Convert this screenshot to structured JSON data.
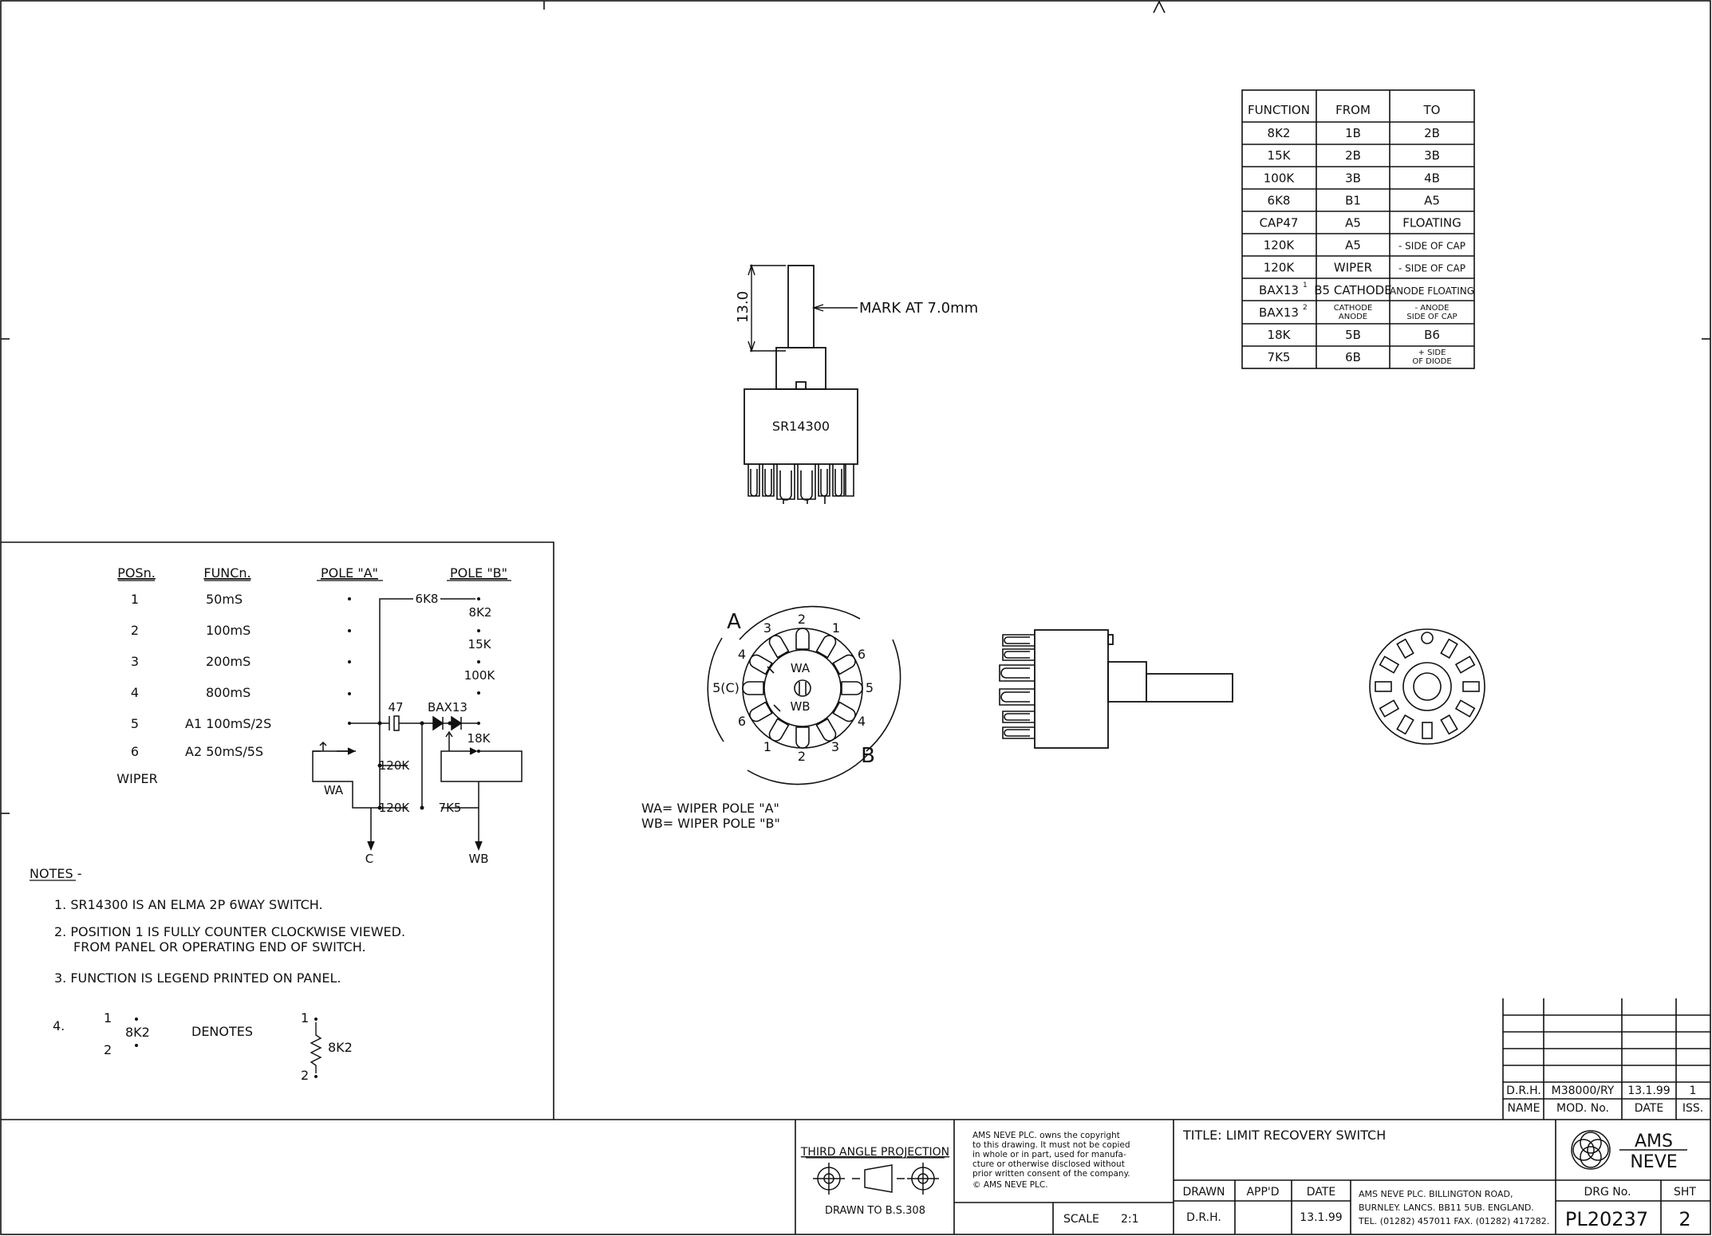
{
  "function_table": {
    "headers": [
      "FUNCTION",
      "FROM",
      "TO"
    ],
    "rows": [
      [
        "8K2",
        "1B",
        "2B"
      ],
      [
        "15K",
        "2B",
        "3B"
      ],
      [
        "100K",
        "3B",
        "4B"
      ],
      [
        "6K8",
        "B1",
        "A5"
      ],
      [
        "CAP47",
        "A5",
        "FLOATING"
      ],
      [
        "120K",
        "A5",
        "- SIDE OF CAP"
      ],
      [
        "120K",
        "WIPER",
        "- SIDE OF CAP"
      ],
      [
        "BAX13",
        "B5 CATHODE",
        "ANODE FLOATING"
      ],
      [
        "BAX13",
        "CATHODE|ANODE",
        "- ANODE|SIDE OF CAP"
      ],
      [
        "18K",
        "5B",
        "B6"
      ],
      [
        "7K5",
        "6B",
        "+ SIDE|OF DIODE"
      ]
    ],
    "superscripts": {
      "7": "1",
      "8": "2"
    }
  },
  "side_view": {
    "dimension": "13.0",
    "mark_label": "MARK AT 7.0mm",
    "part_number": "SR14300"
  },
  "front_view": {
    "pole_a": "A",
    "pole_b": "B",
    "top_numbers": [
      "3",
      "2",
      "1"
    ],
    "left_numbers": [
      "4",
      "5(C)",
      "6"
    ],
    "right_numbers": [
      "6",
      "5",
      "4"
    ],
    "bottom_numbers": [
      "1",
      "2",
      "3"
    ],
    "wiper_a": "WA",
    "wiper_b": "WB",
    "legend": [
      "WA= WIPER POLE \"A\"",
      "WB= WIPER POLE \"B\""
    ]
  },
  "position_table": {
    "headers": [
      "POSn.",
      "FUNCn.",
      "POLE \"A\"",
      "POLE \"B\""
    ],
    "positions": [
      "1",
      "2",
      "3",
      "4",
      "5",
      "6",
      "WIPER"
    ],
    "functions": [
      "50mS",
      "100mS",
      "200mS",
      "800mS",
      "A1  100mS/2S",
      "A2  50mS/5S"
    ]
  },
  "schematic": {
    "labels": [
      "6K8",
      "8K2",
      "15K",
      "100K",
      "47",
      "BAX13",
      "18K",
      "120K",
      "120K",
      "7K5",
      "WA",
      "C",
      "WB"
    ]
  },
  "notes": {
    "heading": "NOTES -",
    "items": [
      "1.  SR14300 IS AN ELMA 2P 6WAY SWITCH.",
      "2.  POSITION 1 IS FULLY COUNTER CLOCKWISE VIEWED.",
      "FROM PANEL OR OPERATING END OF SWITCH.",
      "3.  FUNCTION IS LEGEND PRINTED ON PANEL."
    ],
    "note4_num": "4.",
    "note4_top": "1",
    "note4_bottom": "2",
    "note4_value": "8K2",
    "denotes": "DENOTES",
    "res_top": "1",
    "res_bottom": "2",
    "res_value": "8K2"
  },
  "revision_block": {
    "row": [
      "D.R.H.",
      "M38000/RY",
      "13.1.99",
      "1"
    ],
    "headers": [
      "NAME",
      "MOD. No.",
      "DATE",
      "ISS."
    ]
  },
  "title_block": {
    "projection": "THIRD ANGLE PROJECTION",
    "drawn_to": "DRAWN TO B.S.308",
    "copyright": [
      "AMS NEVE PLC. owns the copyright",
      "to this drawing. It must not be copied",
      "in whole or in part, used for manufa-",
      "cture or otherwise disclosed without",
      "prior written consent of the company.",
      "© AMS NEVE PLC."
    ],
    "scale_label": "SCALE",
    "scale_value": "2:1",
    "title": "TITLE: LIMIT RECOVERY SWITCH",
    "drawn_label": "DRAWN",
    "appd_label": "APP'D",
    "date_label": "DATE",
    "drawn_value": "D.R.H.",
    "date_value": "13.1.99",
    "address": [
      "AMS NEVE PLC. BILLINGTON ROAD,",
      "BURNLEY. LANCS. BB11 5UB. ENGLAND.",
      "TEL. (01282) 457011  FAX. (01282) 417282."
    ],
    "logo_top": "AMS",
    "logo_bottom": "NEVE",
    "drg_label": "DRG No.",
    "sht_label": "SHT",
    "drg_number": "PL20237",
    "sheet_number": "2"
  }
}
